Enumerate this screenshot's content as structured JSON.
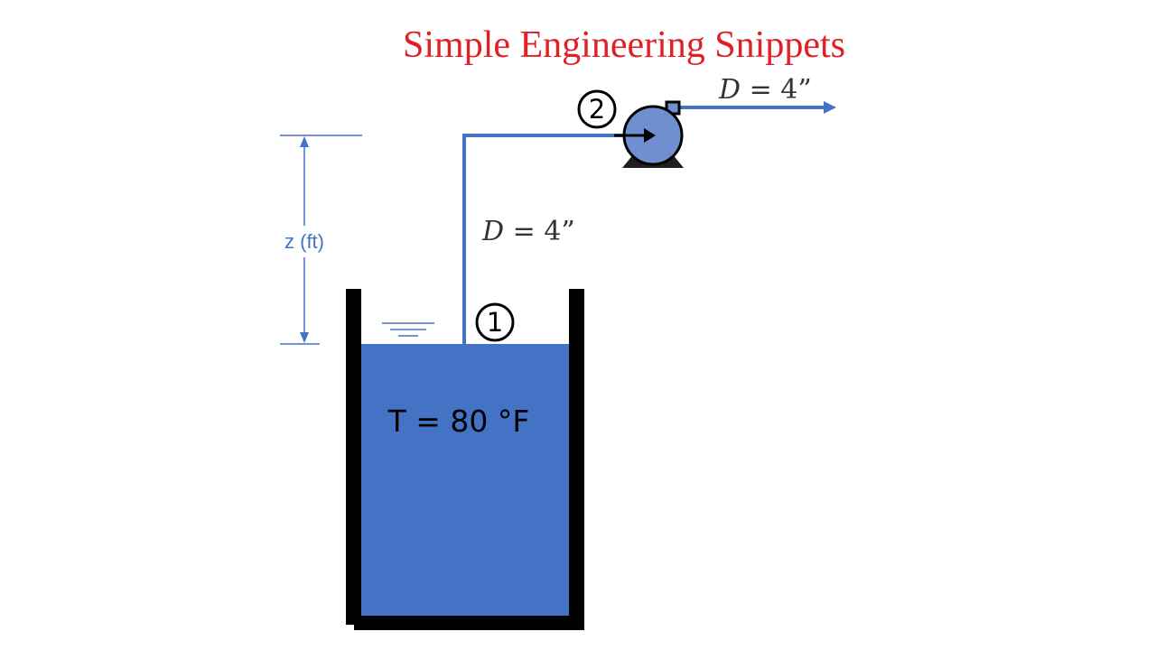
{
  "title": "Simple Engineering Snippets",
  "labels": {
    "outlet_diameter_var": "D",
    "outlet_diameter_value": " = 4”",
    "suction_diameter_var": "D",
    "suction_diameter_value": " = 4”",
    "elevation": "z (ft)",
    "temperature": "T = 80 °F",
    "point_1": "1",
    "point_2": "2"
  },
  "colors": {
    "title": "#e01f26",
    "water": "#4472c4",
    "pipe": "#4472c4",
    "tank_wall": "#000000",
    "pump_body": "#6f8fd1",
    "dimension": "#4472c4"
  }
}
